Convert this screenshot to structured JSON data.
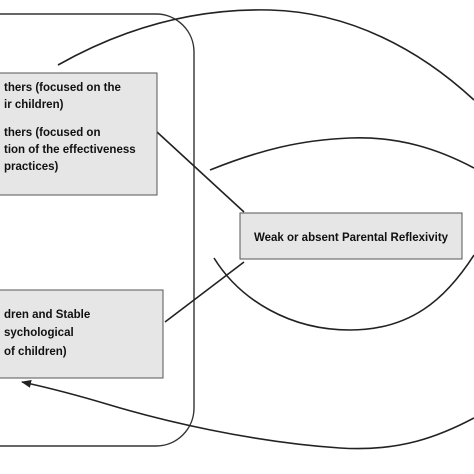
{
  "diagram": {
    "top_box": {
      "lines": [
        "thers (focused on the",
        "ir children)",
        "thers (focused on",
        "tion of the effectiveness",
        "practices)"
      ]
    },
    "bottom_box": {
      "lines": [
        "dren and Stable",
        "sychological",
        "of children)"
      ]
    },
    "center_box": {
      "label": "Weak or absent Parental Reflexivity"
    }
  },
  "colors": {
    "box_fill": "#e6e6e6",
    "box_stroke": "#555555",
    "line": "#222222",
    "text": "#111111"
  }
}
